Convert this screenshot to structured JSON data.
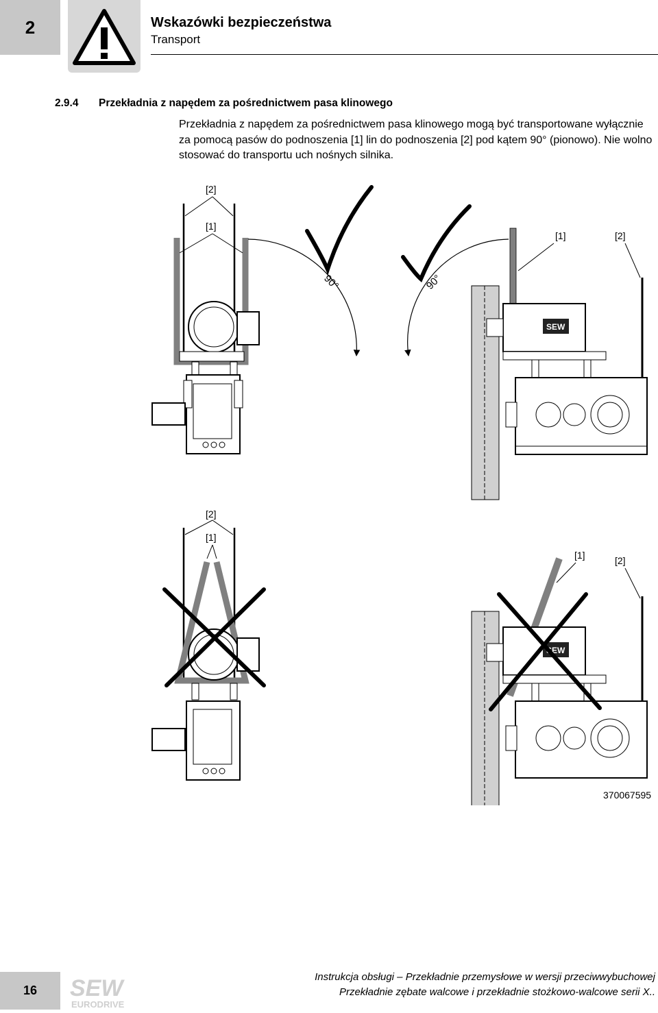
{
  "header": {
    "chapter_number": "2",
    "title": "Wskazówki bezpieczeństwa",
    "subtitle": "Transport",
    "warning_icon": "warning-triangle-icon"
  },
  "section": {
    "number": "2.9.4",
    "title": "Przekładnia z napędem za pośrednictwem pasa klinowego",
    "paragraph": "Przekładnia z napędem za pośrednictwem pasa klinowego mogą być transportowane wyłącznie za pomocą pasów do podnoszenia [1] lin do podnoszenia [2] pod kątem 90° (pionowo). Nie wolno stosować do transportu uch nośnych silnika."
  },
  "figure": {
    "labels": {
      "sling": "[1]",
      "rope": "[2]",
      "angle": "90°",
      "image_id": "370067595",
      "motor_brand": "SEW"
    },
    "icons": [
      "check-mark-icon",
      "cross-mark-icon"
    ],
    "colors": {
      "sling": "#808080",
      "frame": "#d0d0d0"
    }
  },
  "footer": {
    "page_number": "16",
    "logo_top": "SEW",
    "logo_bottom": "EURODRIVE",
    "line1": "Instrukcja obsługi – Przekładnie przemysłowe w wersji przeciwwybuchowej",
    "line2": "Przekładnie zębate walcowe i przekładnie stożkowo-walcowe serii X.."
  }
}
